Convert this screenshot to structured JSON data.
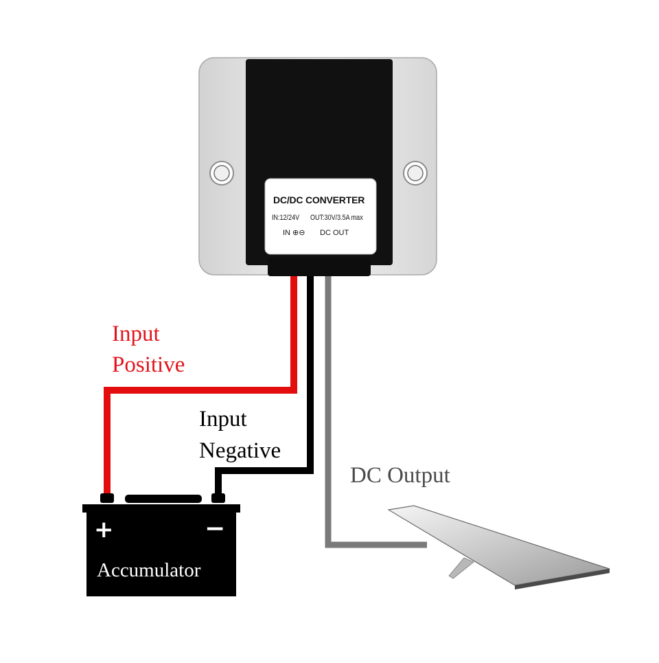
{
  "colors": {
    "positive_wire": "#e40d0d",
    "negative_wire": "#000000",
    "output_wire": "#7a7a7a",
    "positive_label": "#e2141b",
    "negative_label": "#000000",
    "output_label": "#4a4a4a",
    "housing": "#e6e6e6",
    "battery": "#000000"
  },
  "converter": {
    "label_title": "DC/DC CONVERTER",
    "label_input": "IN:12/24V",
    "label_output": "OUT:30V/3.5A max",
    "label_in_polarity": "IN ⊕⊖",
    "label_dc_out": "DC OUT"
  },
  "labels": {
    "input_positive_line1": "Input",
    "input_positive_line2": "Positive",
    "input_negative_line1": "Input",
    "input_negative_line2": "Negative",
    "dc_output": "DC Output"
  },
  "battery": {
    "name": "Accumulator",
    "positive_symbol": "+",
    "negative_symbol": "−"
  },
  "icons": {
    "device": "dc-dc-converter-icon",
    "battery": "battery-icon",
    "load": "panel-device-icon"
  }
}
